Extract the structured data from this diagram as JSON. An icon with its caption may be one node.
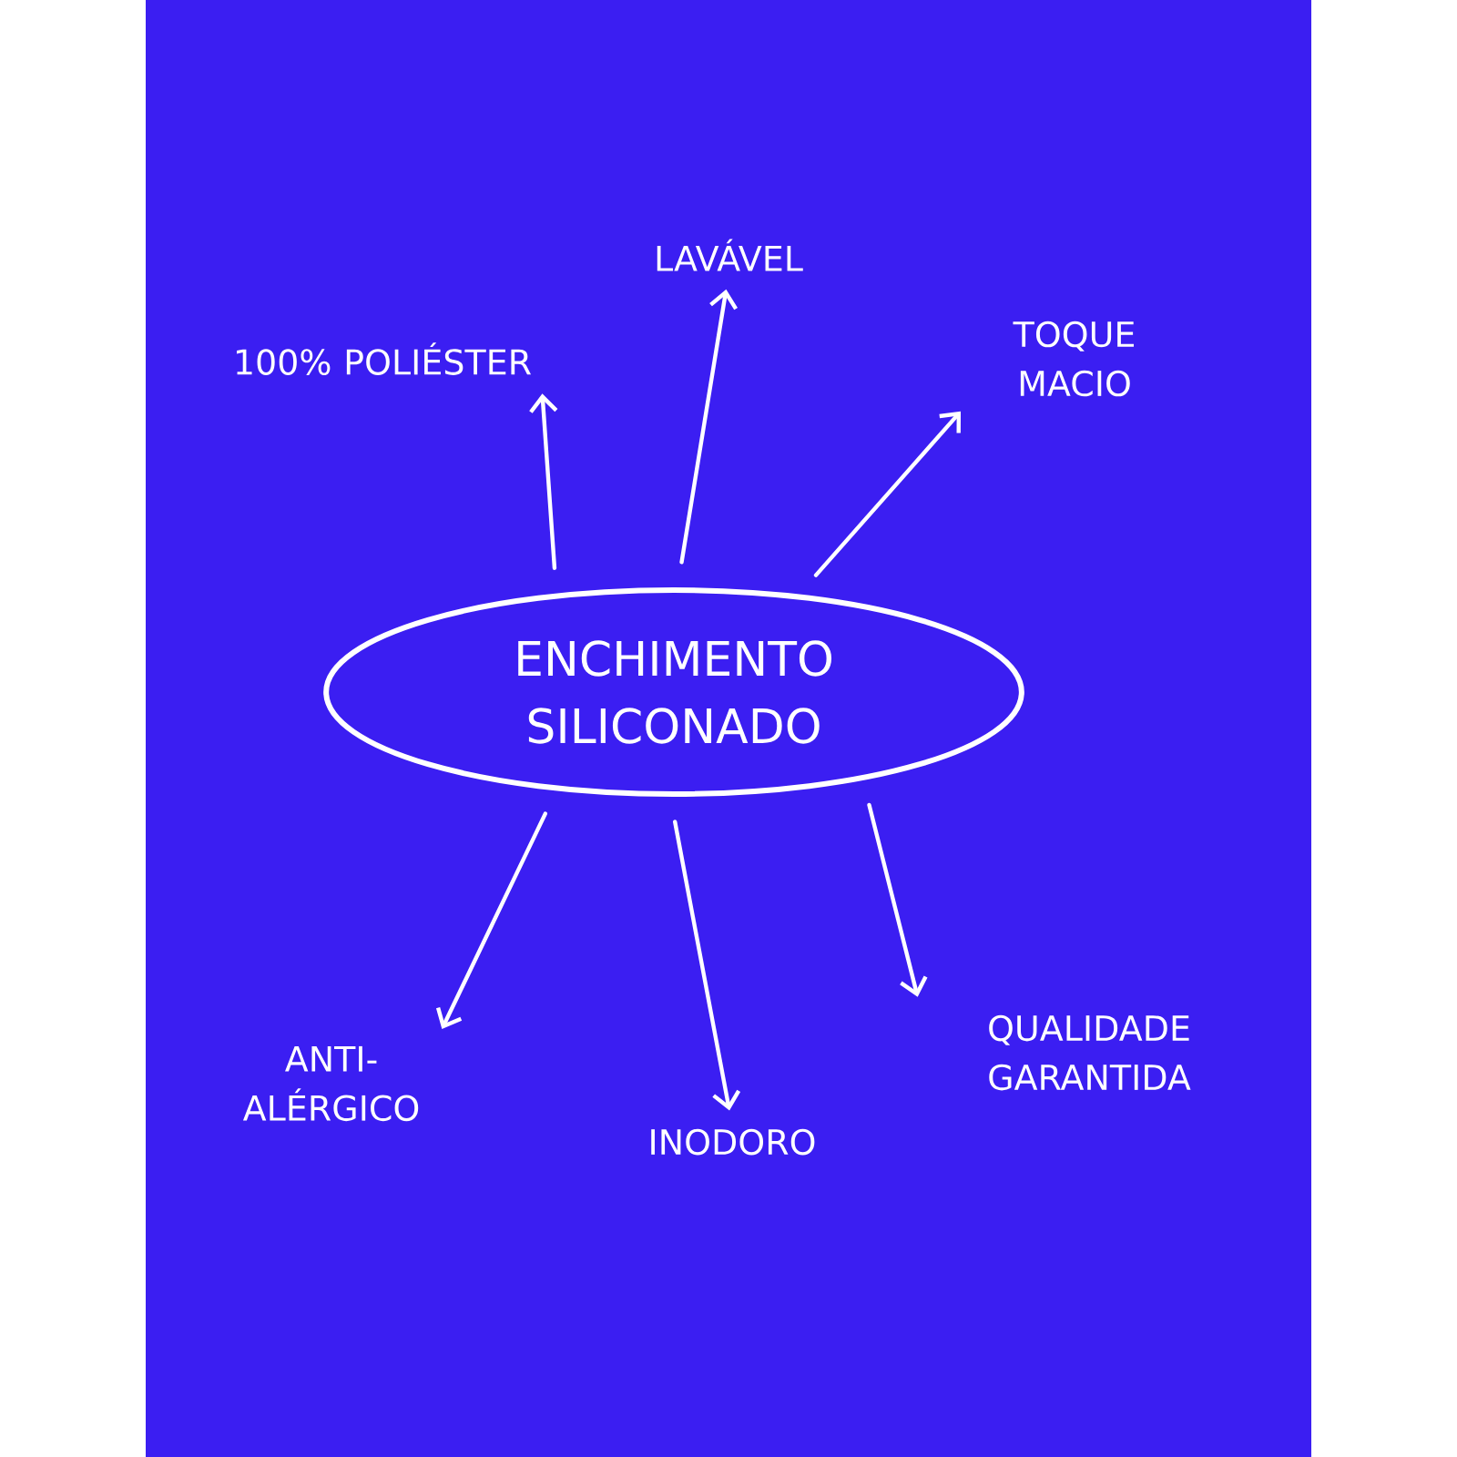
{
  "diagram": {
    "nodes": [
      {
        "text": [
          "ENCHIMENTO SILICONADO"
        ]
      },
      {
        "text": [
          "100% POLIÉSTER"
        ]
      },
      {
        "text": [
          "LAVÁVEL"
        ]
      },
      {
        "text": [
          "TOQUE MACIO"
        ]
      },
      {
        "text": [
          "ANTI- ALÉRGICO"
        ]
      },
      {
        "text": [
          "INODORO"
        ]
      },
      {
        "text": [
          "QUALIDADE GARANTIDA"
        ]
      }
    ],
    "edges": [
      {
        "from": 0,
        "to": 1,
        "arrow": "to"
      },
      {
        "from": 0,
        "to": 2,
        "arrow": "to"
      },
      {
        "from": 0,
        "to": 3,
        "arrow": "to"
      },
      {
        "from": 0,
        "to": 4,
        "arrow": "to"
      },
      {
        "from": 0,
        "to": 5,
        "arrow": "to"
      },
      {
        "from": 0,
        "to": 6,
        "arrow": "to"
      }
    ]
  }
}
